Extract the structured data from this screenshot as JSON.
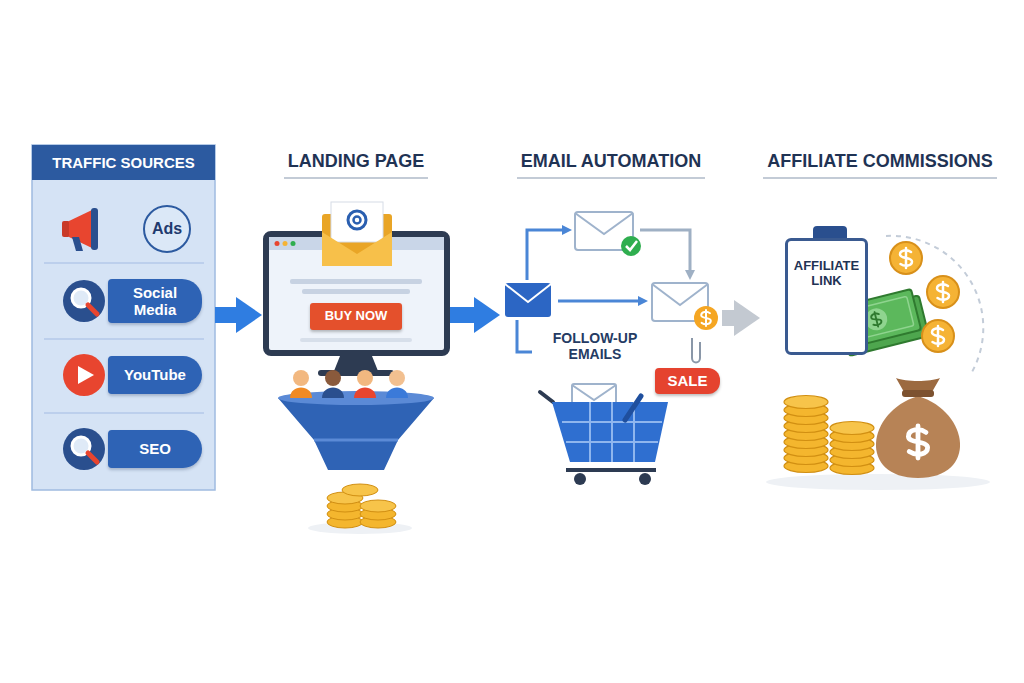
{
  "diagram": {
    "nodes": [
      {
        "text": [
          "TRAFFIC SOURCES"
        ]
      },
      {
        "text": [
          "Ads"
        ],
        "in": 0
      },
      {
        "text": [
          "Social Media"
        ],
        "in": 0
      },
      {
        "text": [
          "YouTube"
        ],
        "in": 0
      },
      {
        "text": [
          "SEO"
        ],
        "in": 0
      },
      {
        "text": [
          "LANDING PAGE"
        ]
      },
      {
        "text": [
          "BUY NOW"
        ],
        "in": 5
      },
      {
        "text": [
          "EMAIL AUTOMATION",
          "FOLLOW-UP EMAILS"
        ]
      },
      {
        "text": [
          "SALE"
        ],
        "in": 7
      },
      {
        "text": [
          "AFFILIATE COMMISSIONS"
        ]
      },
      {
        "text": [
          "AFFILIATE LINK"
        ],
        "in": 9
      }
    ],
    "edges": [
      {
        "from": 0,
        "to": 5,
        "arrow": "to"
      },
      {
        "from": 5,
        "to": 7,
        "arrow": "to"
      },
      {
        "from": 7,
        "to": 9,
        "arrow": "to"
      }
    ]
  }
}
